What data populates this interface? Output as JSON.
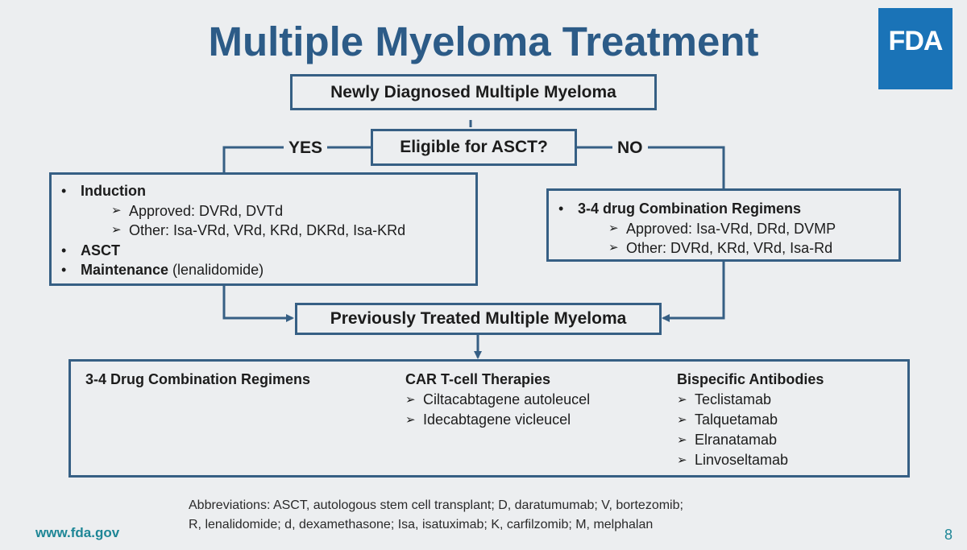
{
  "title": "Multiple Myeloma Treatment",
  "logo": {
    "text": "FDA"
  },
  "colors": {
    "title": "#2c5b87",
    "box_border": "#365f84",
    "logo_bg": "#1a73b7",
    "footer": "#1e8696"
  },
  "newly_diagnosed": "Newly Diagnosed Multiple Myeloma",
  "eligibility": {
    "question": "Eligible for ASCT?",
    "yes_label": "YES",
    "no_label": "NO"
  },
  "eligible": {
    "bullet": "•",
    "induction": "Induction",
    "approved": "Approved: DVRd, DVTd",
    "other": "Other: Isa-VRd, VRd, KRd, DKRd, Isa-KRd",
    "asct": "ASCT",
    "maintenance": "Maintenance",
    "maintenance_detail": "(lenalidomide)"
  },
  "ineligible": {
    "regimens": "3-4 drug Combination Regimens",
    "approved": "Approved: Isa-VRd, DRd, DVMP",
    "other": "Other: DVRd, KRd, VRd, Isa-Rd"
  },
  "arrow_glyph": "➢",
  "previously_treated": "Previously Treated Multiple Myeloma",
  "columns": {
    "combination": {
      "heading": "3-4 Drug Combination Regimens"
    },
    "car_t": {
      "heading": "CAR T-cell Therapies",
      "items": [
        "Ciltacabtagene autoleucel",
        "Idecabtagene vicleucel"
      ]
    },
    "bispecific": {
      "heading": "Bispecific Antibodies",
      "items": [
        "Teclistamab",
        "Talquetamab",
        "Elranatamab",
        "Linvoseltamab"
      ]
    }
  },
  "abbreviations": {
    "line1": "Abbreviations: ASCT, autologous stem cell transplant; D, daratumumab; V, bortezomib;",
    "line2": "R, lenalidomide; d, dexamethasone; Isa, isatuximab; K, carfilzomib; M, melphalan"
  },
  "footer": {
    "url": "www.fda.gov",
    "page_number": "8"
  }
}
